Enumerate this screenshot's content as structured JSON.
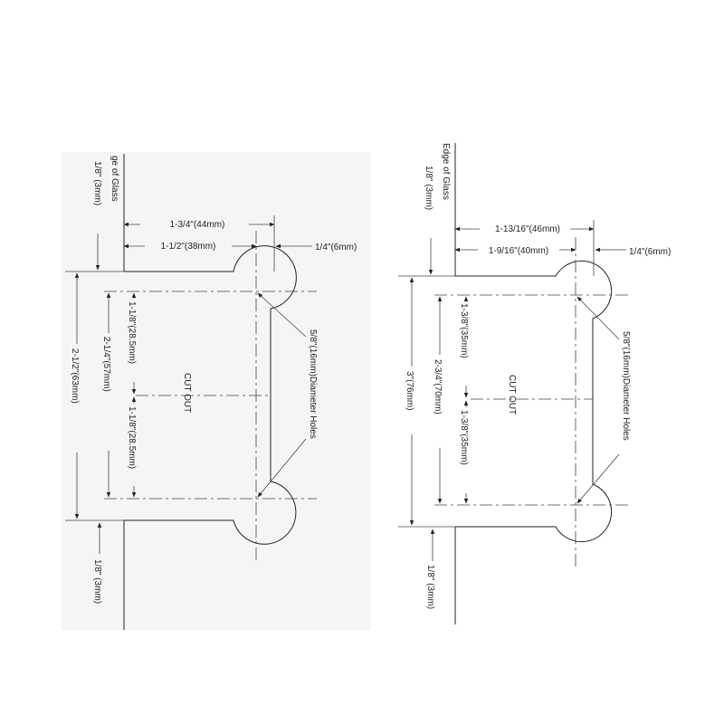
{
  "left": {
    "edge_label": "ge of Glass",
    "edge_offset": "1/8\" (3mm)",
    "dim_top_outer": "1-3/4\"(44mm)",
    "dim_top_inner": "1-1/2\"(38mm)",
    "dim_side": "1/4\"(6mm)",
    "dim_total": "2-1/2\"(63mm)",
    "dim_centers": "2-1/4\"(57mm)",
    "dim_upper": "1-1/8\"(28.5mm)",
    "dim_lower": "1-1/8\"(28.5mm)",
    "cutout": "CUT OUT",
    "holes": "5/8\"(16mm)Diameter Holes",
    "bottom_offset": "1/8\" (3mm)"
  },
  "right": {
    "edge_label": "Edge of Glass",
    "edge_offset": "1/8\" (3mm)",
    "dim_top_outer": "1-13/16\"(46mm)",
    "dim_top_inner": "1-9/16\"(40mm)",
    "dim_side": "1/4\"(6mm)",
    "dim_total": "3\"(76mm)",
    "dim_centers": "2-3/4\"(70mm)",
    "dim_upper": "1-3/8\"(35mm)",
    "dim_lower": "1-3/8\"(35mm)",
    "cutout": "CUT OUT",
    "holes": "5/8\"(16mm)Diameter Holes",
    "bottom_offset": "1/8\" (3mm)"
  }
}
